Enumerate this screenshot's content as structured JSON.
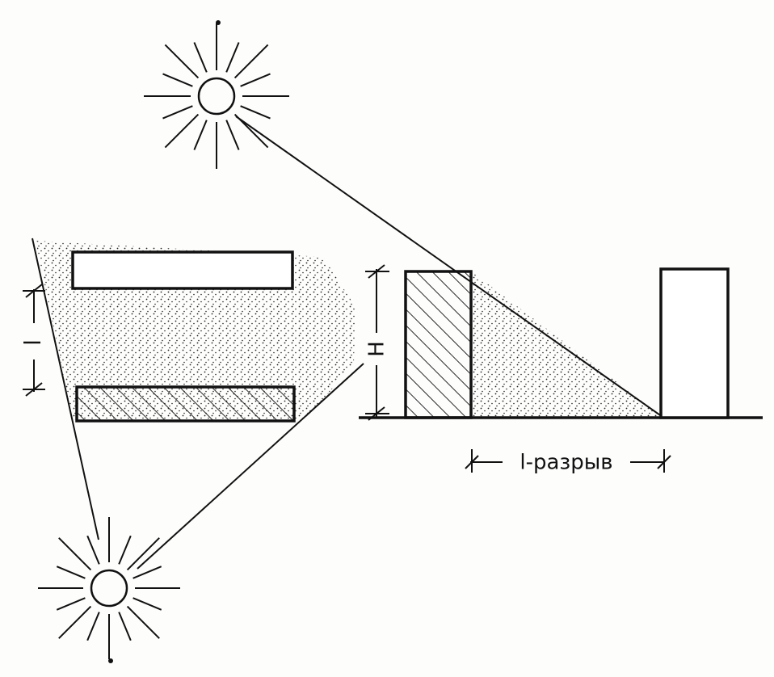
{
  "diagram": {
    "labels": {
      "height": "H",
      "plan_distance": "l",
      "section_distance": "l-разрыв"
    },
    "colors": {
      "ink": "#111111",
      "paper": "#fdfdfc"
    },
    "icons": {
      "sun_section": "sun-icon",
      "sun_plan": "sun-icon"
    }
  }
}
